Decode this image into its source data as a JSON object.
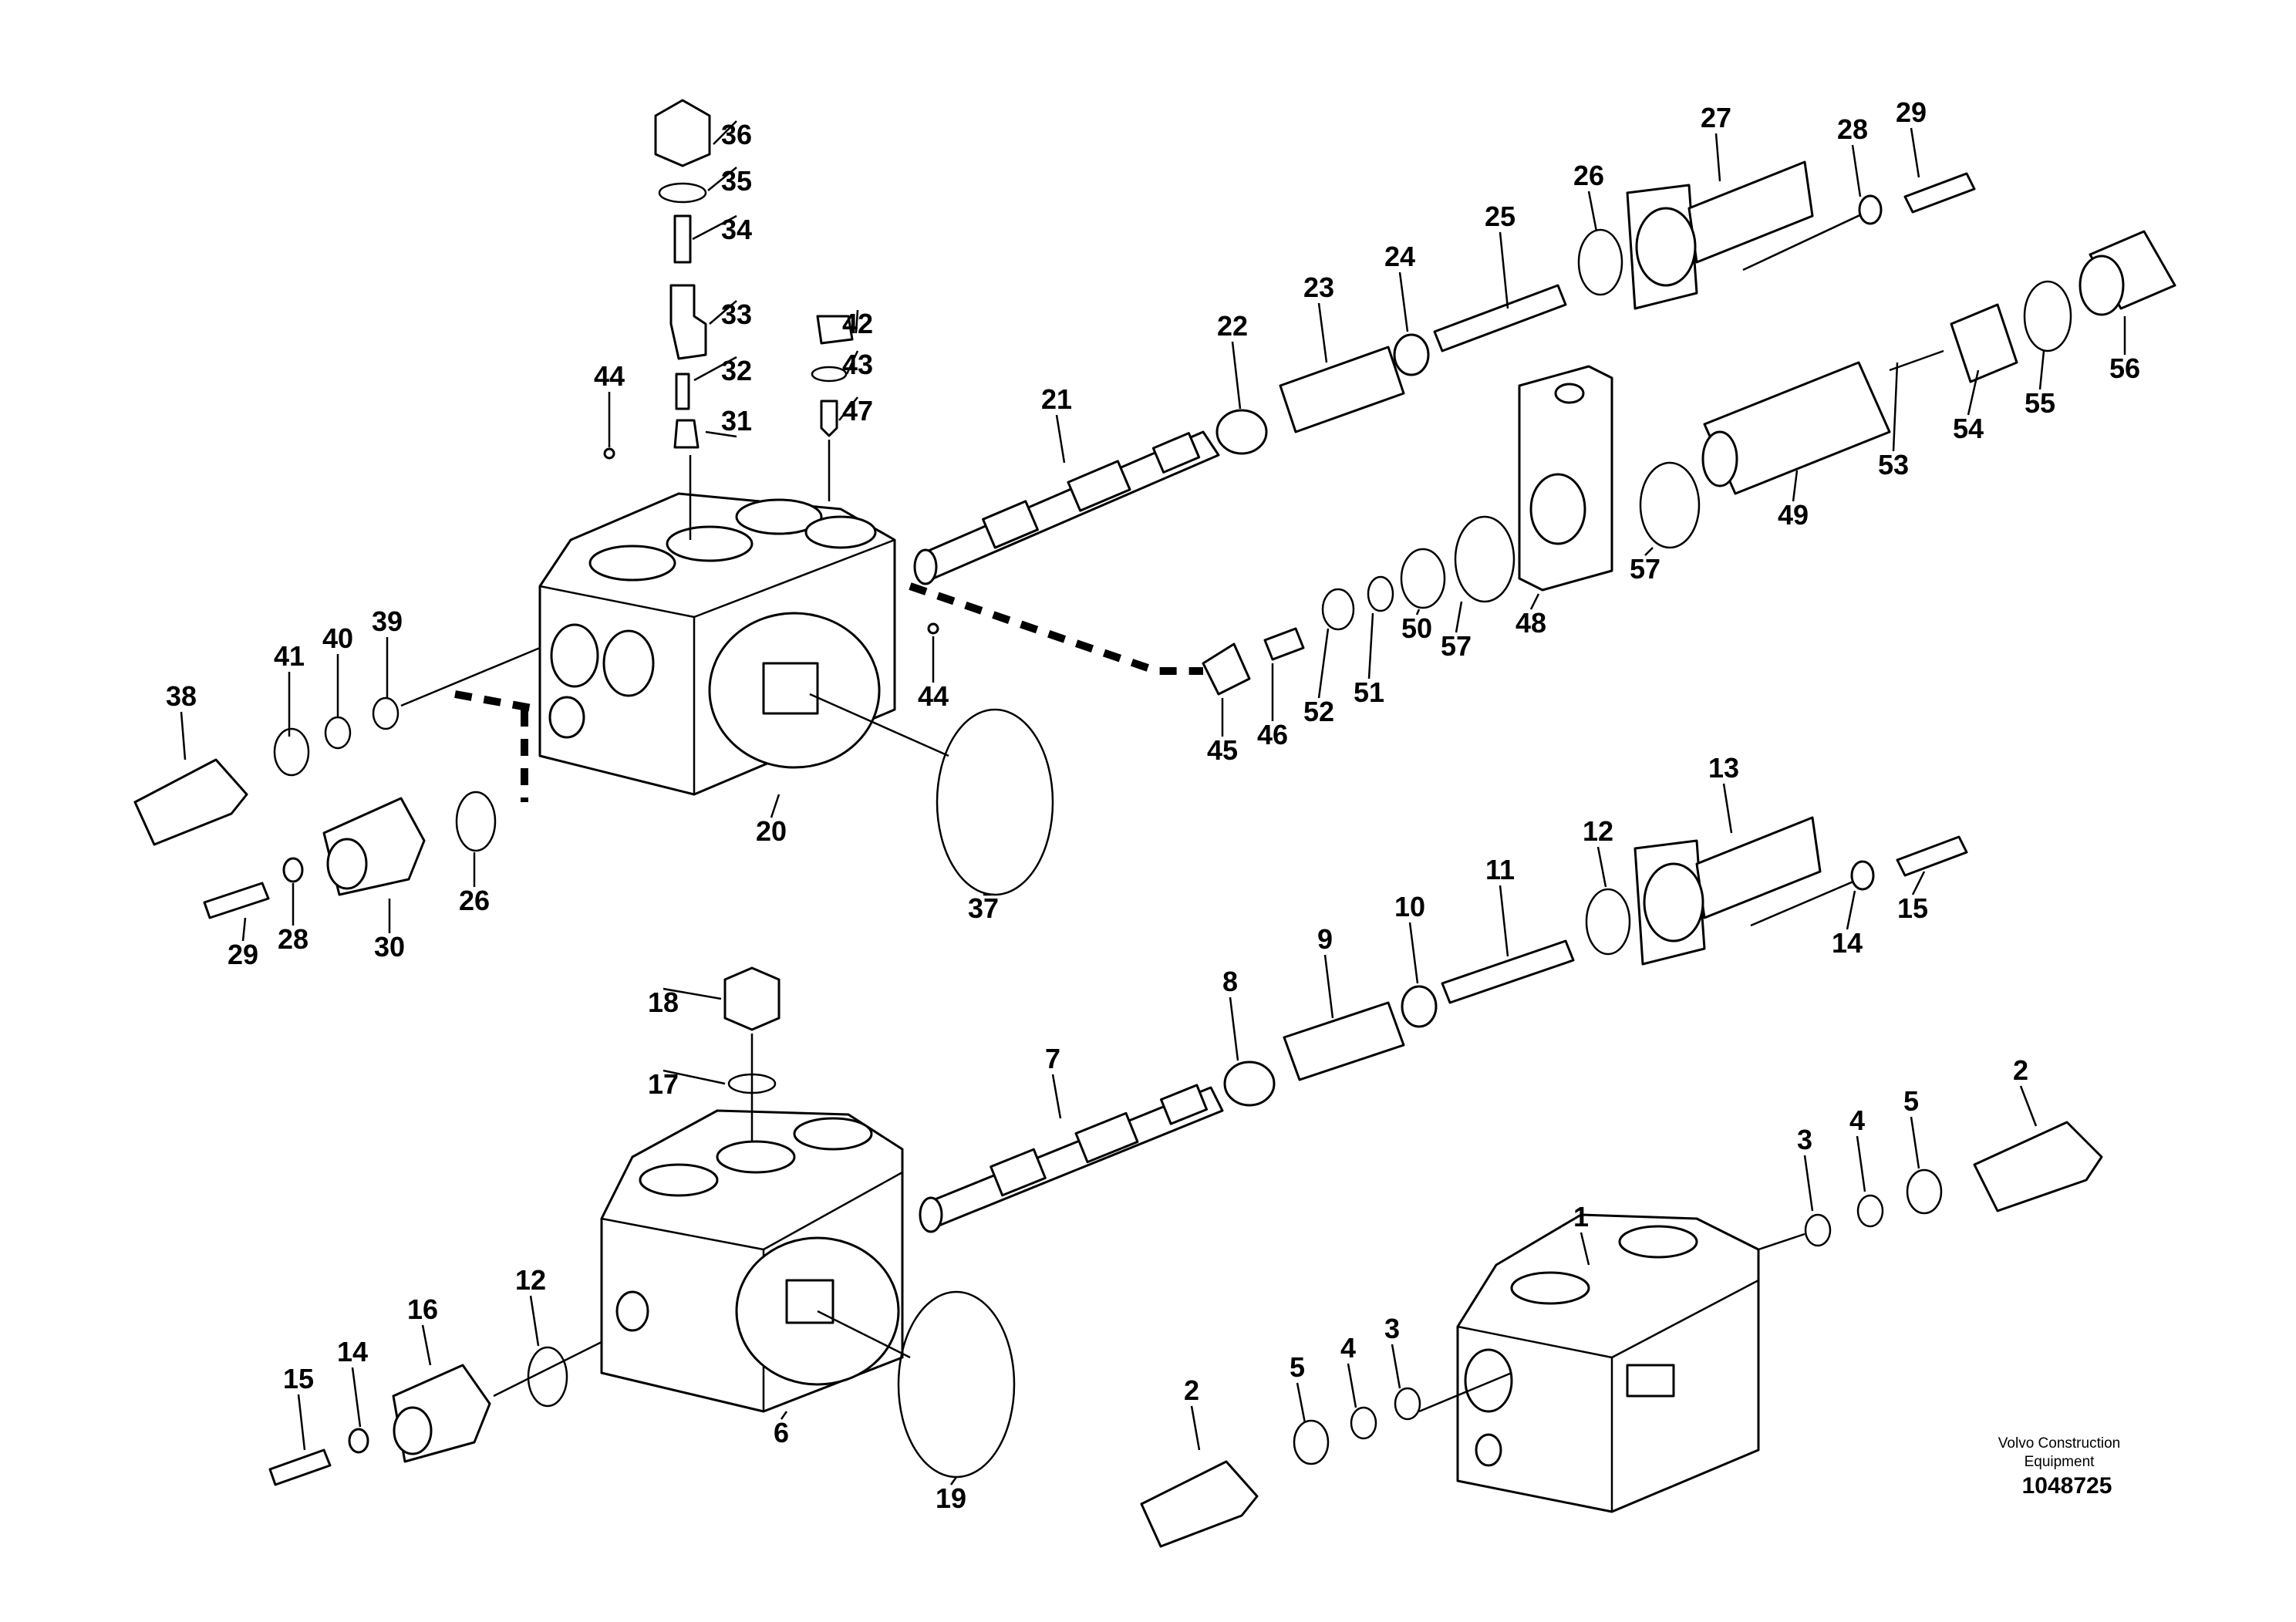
{
  "callouts": [
    "1",
    "2",
    "3",
    "4",
    "5",
    "6",
    "7",
    "8",
    "9",
    "10",
    "11",
    "12",
    "13",
    "14",
    "15",
    "16",
    "17",
    "18",
    "19",
    "20",
    "21",
    "22",
    "23",
    "24",
    "25",
    "26",
    "27",
    "28",
    "29",
    "30",
    "31",
    "32",
    "33",
    "34",
    "35",
    "36",
    "37",
    "38",
    "39",
    "40",
    "41",
    "42",
    "43",
    "44",
    "45",
    "46",
    "47",
    "48",
    "49",
    "50",
    "51",
    "52",
    "53",
    "54",
    "55",
    "56",
    "57"
  ],
  "footer": {
    "credit_line1": "Volvo Construction",
    "credit_line2": "Equipment",
    "drawing_number": "1048725"
  }
}
